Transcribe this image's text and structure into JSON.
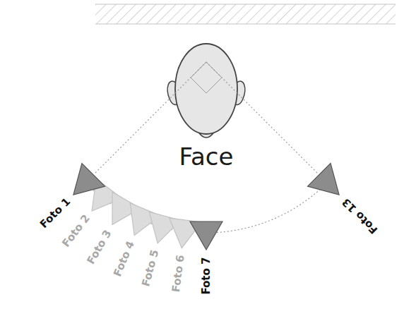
{
  "diagram": {
    "labels": [
      "Face",
      "Foto 1",
      "Foto 2",
      "Foto 3",
      "Foto 4",
      "Foto 5",
      "Foto 6",
      "Foto 7",
      "Foto 13"
    ]
  }
}
